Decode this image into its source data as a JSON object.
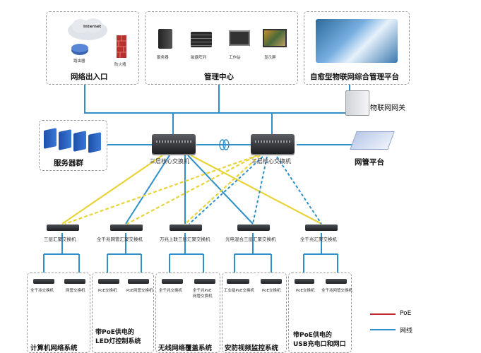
{
  "top": {
    "network_exit": {
      "title": "网络出入口",
      "cloud_label": "Internet",
      "router_label": "路由器",
      "firewall_label": "防火墙"
    },
    "management": {
      "title": "管理中心",
      "items": [
        "服务器",
        "磁盘阵列",
        "工作站",
        "显示屏"
      ]
    },
    "iot_platform": {
      "title": "自愈型物联网综合管理平台"
    }
  },
  "iot_gateway_label": "物联网网关",
  "server_group_label": "服务器群",
  "nms_label": "网管平台",
  "core_switches": [
    "三层核心交换机",
    "三层核心交换机"
  ],
  "aggregation_switches": [
    "三层汇聚交换机",
    "全千兆网管汇聚交换机",
    "万兆上联三层汇聚交换机",
    "光电混合三层汇聚交换机",
    "全千兆汇聚交换机"
  ],
  "subsystems": [
    {
      "name": "计算机网络系统",
      "switches": [
        "全千兆交换机",
        "网管交换机"
      ]
    },
    {
      "name": "带PoE供电的\nLED灯控制系统",
      "switches": [
        "PoE交换机",
        "PoE网管交换机"
      ]
    },
    {
      "name": "无线网络覆盖系统",
      "switches": [
        "全千兆交换机",
        "全千兆PoE\n网管交换机"
      ]
    },
    {
      "name": "安防视频监控系统",
      "switches": [
        "工业级PoE交换机",
        "PoE交换机"
      ]
    },
    {
      "name": "带PoE供电的\nUSB充电口和网口",
      "switches": [
        "PoE交换机",
        "全千兆网管交换机"
      ]
    }
  ],
  "legend": [
    {
      "label": "PoE",
      "color": "#c0282d"
    },
    {
      "label": "网线",
      "color": "#2f8fc9"
    }
  ],
  "colors": {
    "backbone": "#2f8fc9",
    "fiber": "#e8d43a",
    "poe": "#c0282d",
    "fiber_dashed": "#2f8fc9"
  }
}
